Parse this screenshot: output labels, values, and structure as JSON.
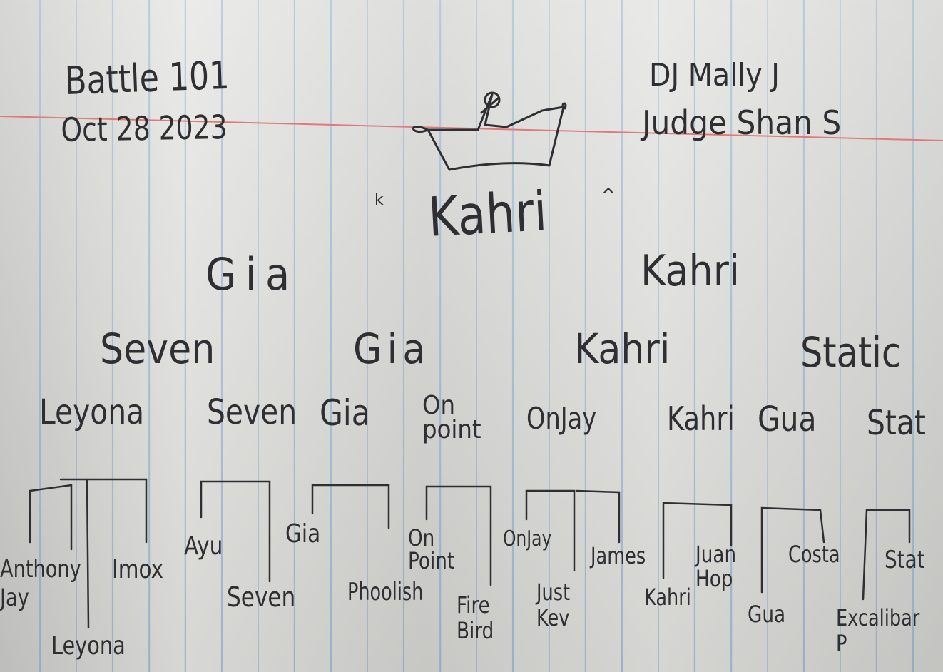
{
  "header": {
    "event": "Battle 101",
    "date": "Oct 28 2023",
    "dj": "DJ Mally J",
    "judge": "Judge Shan S"
  },
  "champion": {
    "name": "Kahri",
    "mark_left": "k",
    "mark_right": "^"
  },
  "bracket": {
    "final": [
      "Gia",
      "Kahri"
    ],
    "semifinal": [
      "Seven",
      "Gia",
      "Kahri",
      "Static"
    ],
    "quarterfinal": [
      "Leyona",
      "Seven",
      "Gia",
      "On point",
      "OnJay",
      "Kahri",
      "Gua",
      "Stat"
    ],
    "first_round": [
      [
        "Anthony Jay",
        "Leyona",
        "Imox"
      ],
      [
        "Ayu",
        "Seven"
      ],
      [
        "Gia",
        "Phoolish"
      ],
      [
        "On Point",
        "Fire Bird"
      ],
      [
        "OnJay",
        "Just Kev"
      ],
      [
        "James",
        "Kahri"
      ],
      [
        "Juan Hop",
        "Gua"
      ],
      [
        "Costa",
        "Excalibar P"
      ],
      [
        "Stat"
      ]
    ]
  },
  "colors": {
    "ink": "#2f2f33",
    "rule_blue": "#78a0d2",
    "margin_red": "#e07a7a",
    "paper": "#dcdcd9"
  }
}
